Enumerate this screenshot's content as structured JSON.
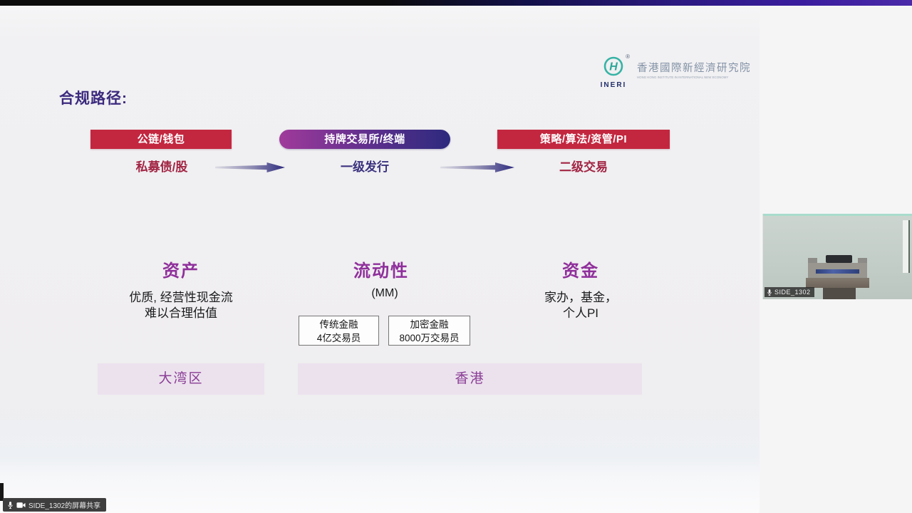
{
  "window": {
    "share_status": "SIDE_1302的屏幕共享",
    "participant_name": "SIDE_1302"
  },
  "slide": {
    "title": "合规路径:",
    "logo": {
      "brand": "INERI",
      "reg_mark": "®",
      "org_cn": "香港國際新經濟研究院",
      "org_en": "HONG KONG INSTITUTE IN INTERNATIONAL NEW ECONOMY"
    },
    "flow": {
      "stages": [
        {
          "label": "公链/钱包",
          "sublabel": "私募债/股"
        },
        {
          "label": "持牌交易所/终端",
          "sublabel": "一级发行"
        },
        {
          "label": "策略/算法/资管/PI",
          "sublabel": "二级交易"
        }
      ]
    },
    "columns": {
      "assets": {
        "heading": "资产",
        "line1": "优质, 经营性现金流",
        "line2": "难以合理估值"
      },
      "liquidity": {
        "heading": "流动性",
        "note": "(MM)",
        "box1": {
          "line1": "传统金融",
          "line2": "4亿交易员"
        },
        "box2": {
          "line1": "加密金融",
          "line2": "8000万交易员"
        }
      },
      "capital": {
        "heading": "资金",
        "line1": "家办，基金，",
        "line2": "个人PI"
      }
    },
    "region_bars": {
      "left": "大湾区",
      "right": "香港"
    },
    "colors": {
      "stage_red": "#c32740",
      "stage_pill_start": "#a03a9b",
      "stage_pill_end": "#2c2a7d",
      "title_indigo": "#3b2a7e",
      "sub_crimson": "#a22544",
      "sub_navy": "#3b337f",
      "heading_purple": "#8f2f9b",
      "region_bar_bg": "#ece2ee",
      "region_bar_text": "#8a3d95",
      "top_strip_purple": "#3a1d9e",
      "logo_teal": "#2ba79a"
    }
  }
}
